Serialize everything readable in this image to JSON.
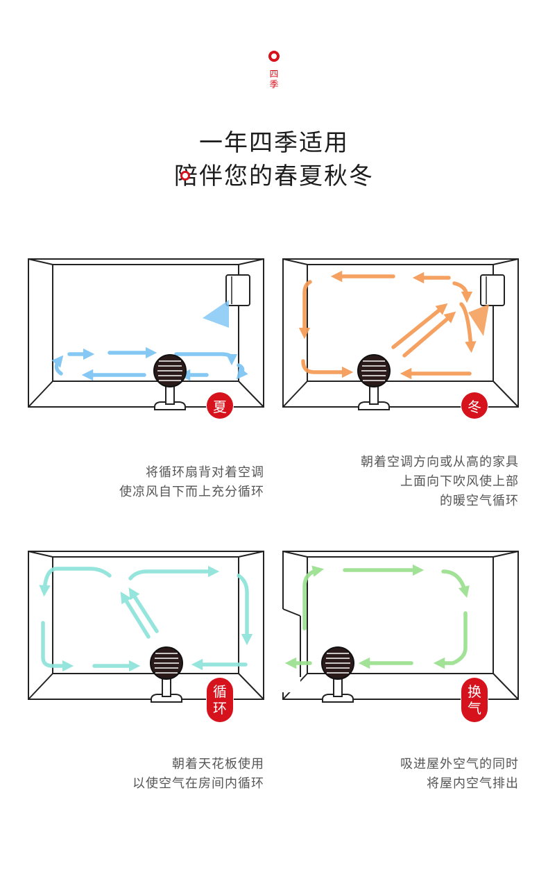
{
  "header": {
    "tag": "四季",
    "line1": "一年四季适用",
    "line2_first": "陪",
    "line2_rest": "伴您的春夏秋冬"
  },
  "panels": [
    {
      "label": "夏",
      "caption": [
        "将循环扇背对着空调",
        "使凉风自下而上充分循环"
      ],
      "arrow_color": "#7cc4f4"
    },
    {
      "label": "冬",
      "caption": [
        "朝着空调方向或从高的家具",
        "上面向下吹风使上部",
        "的暖空气循环"
      ],
      "arrow_color": "#f59a54"
    },
    {
      "label": [
        "循",
        "环"
      ],
      "caption": [
        "朝着天花板使用",
        "以使空气在房间内循环"
      ],
      "arrow_color": "#8ee3da"
    },
    {
      "label": [
        "换",
        "气"
      ],
      "caption": [
        "吸进屋外空气的同时",
        "将屋内空气排出"
      ],
      "arrow_color": "#9be08f"
    }
  ],
  "colors": {
    "accent_red": "#d6121d",
    "outline": "#222222"
  }
}
